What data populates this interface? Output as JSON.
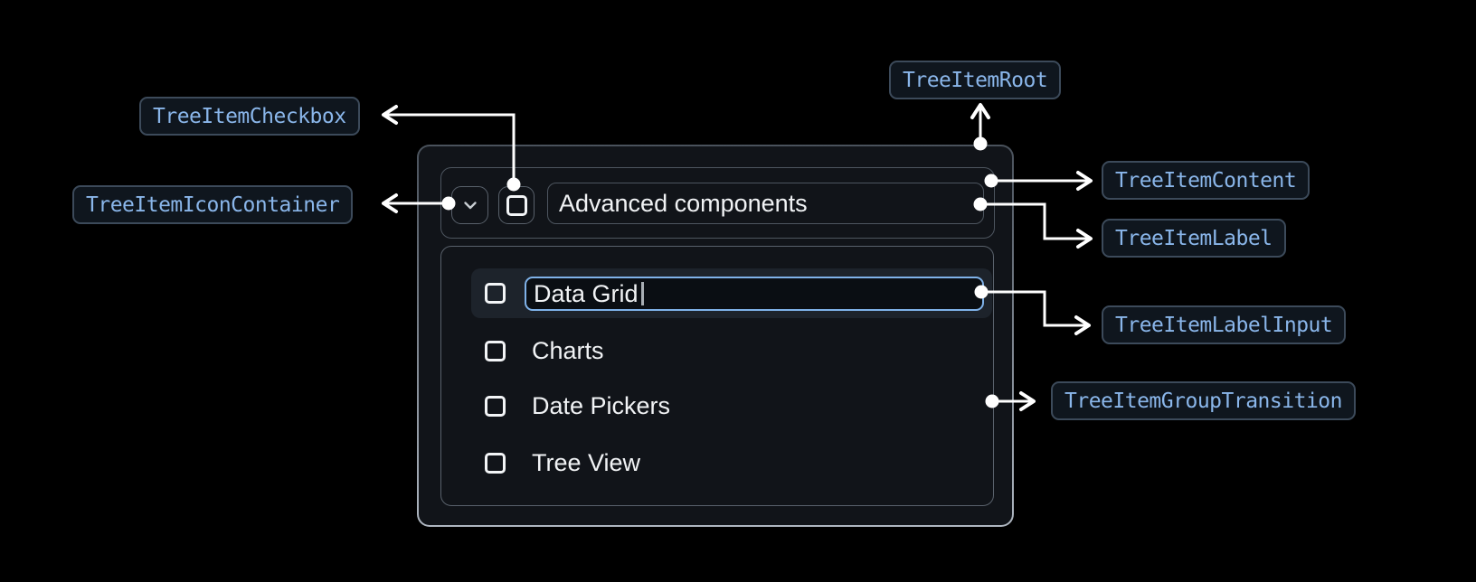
{
  "diagram": {
    "badges": {
      "root": "TreeItemRoot",
      "checkbox": "TreeItemCheckbox",
      "icon_container": "TreeItemIconContainer",
      "content": "TreeItemContent",
      "label": "TreeItemLabel",
      "label_input": "TreeItemLabelInput",
      "group_transition": "TreeItemGroupTransition"
    }
  },
  "tree_item": {
    "parent": {
      "label": "Advanced components",
      "expand_icon": "chevron-down-icon",
      "checkbox_state": "unchecked"
    },
    "children": {
      "editing": {
        "input_value": "Data Grid",
        "checkbox_state": "unchecked"
      },
      "items": [
        {
          "label": "Charts",
          "checkbox_state": "unchecked"
        },
        {
          "label": "Date Pickers",
          "checkbox_state": "unchecked"
        },
        {
          "label": "Tree View",
          "checkbox_state": "unchecked"
        }
      ]
    }
  },
  "colors": {
    "page_background": "#000000",
    "panel_background": "#111419",
    "panel_border": "#aeb6c0",
    "inner_border": "#59616b",
    "badge_background": "#0f161e",
    "badge_border": "#3c4a5a",
    "badge_text": "#8ab6ea",
    "row_highlight": "#1d232b",
    "input_border": "#7fb2e9",
    "text": "#f1f3f5",
    "connector": "#ffffff"
  }
}
